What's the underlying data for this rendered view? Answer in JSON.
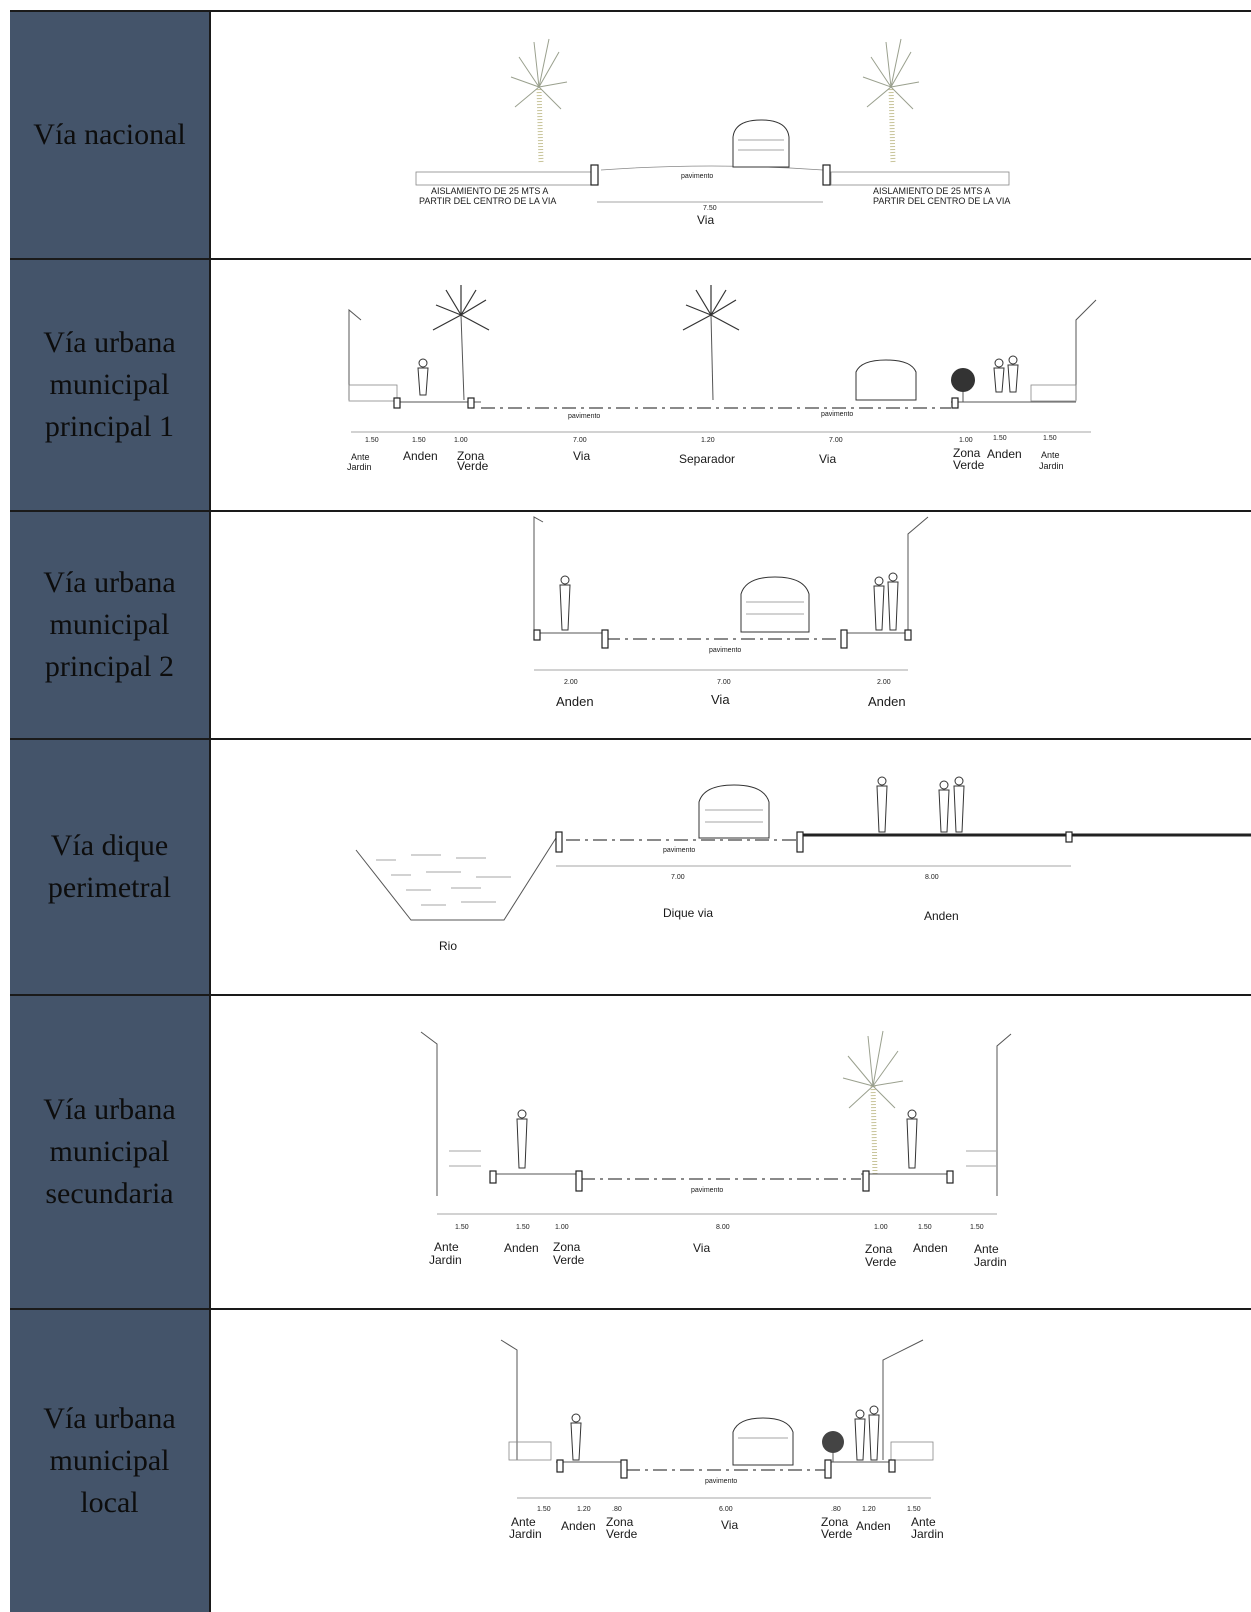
{
  "rows": [
    {
      "label": "Vía nacional",
      "texts": {
        "pavimento": "pavimento",
        "aisl_left": "AISLAMIENTO DE 25 MTS A",
        "aisl_left2": "PARTIR DEL CENTRO DE LA VIA",
        "aisl_right": "AISLAMIENTO DE 25 MTS A",
        "aisl_right2": "PARTIR DEL CENTRO DE LA VIA",
        "dim": "7.50",
        "via": "Via"
      }
    },
    {
      "label": "Vía urbana\nmunicipal\nprincipal 1",
      "texts": {
        "pav1": "pavimento",
        "pav2": "pavimento",
        "d1": "1.50",
        "d2": "1.50",
        "d3": "1.00",
        "d4": "7.00",
        "d5": "1.20",
        "d6": "7.00",
        "d7": "1.00",
        "d8": "1.50",
        "d9": "1.50",
        "ante1a": "Ante",
        "ante1b": "Jardin",
        "anden1": "Anden",
        "zona1a": "Zona",
        "zona1b": "Verde",
        "via1": "Via",
        "sep": "Separador",
        "via2": "Via",
        "zona2a": "Zona",
        "zona2b": "Verde",
        "anden2": "Anden",
        "ante2a": "Ante",
        "ante2b": "Jardin"
      }
    },
    {
      "label": "Vía urbana\nmunicipal\nprincipal 2",
      "texts": {
        "pav": "pavimento",
        "d1": "2.00",
        "d2": "7.00",
        "d3": "2.00",
        "anden1": "Anden",
        "via": "Via",
        "anden2": "Anden"
      }
    },
    {
      "label": "Vía dique\nperimetral",
      "texts": {
        "pav": "pavimento",
        "d1": "7.00",
        "d2": "8.00",
        "dique": "Dique via",
        "anden": "Anden",
        "rio": "Rio"
      }
    },
    {
      "label": "Vía urbana\nmunicipal\nsecundaria",
      "texts": {
        "pav": "pavimento",
        "d1": "1.50",
        "d2": "1.50",
        "d3": "1.00",
        "d4": "8.00",
        "d5": "1.00",
        "d6": "1.50",
        "d7": "1.50",
        "ante1a": "Ante",
        "ante1b": "Jardin",
        "anden1": "Anden",
        "zona1a": "Zona",
        "zona1b": "Verde",
        "via": "Via",
        "zona2a": "Zona",
        "zona2b": "Verde",
        "anden2": "Anden",
        "ante2a": "Ante",
        "ante2b": "Jardin"
      }
    },
    {
      "label": "Vía urbana\nmunicipal\nlocal",
      "texts": {
        "pav": "pavimento",
        "d1": "1.50",
        "d2": "1.20",
        "d3": ".80",
        "d4": "6.00",
        "d5": ".80",
        "d6": "1.20",
        "d7": "1.50",
        "ante1a": "Ante",
        "ante1b": "Jardin",
        "anden1": "Anden",
        "zona1a": "Zona",
        "zona1b": "Verde",
        "via": "Via",
        "zona2a": "Zona",
        "zona2b": "Verde",
        "anden2": "Anden",
        "ante2a": "Ante",
        "ante2b": "Jardin"
      }
    }
  ]
}
